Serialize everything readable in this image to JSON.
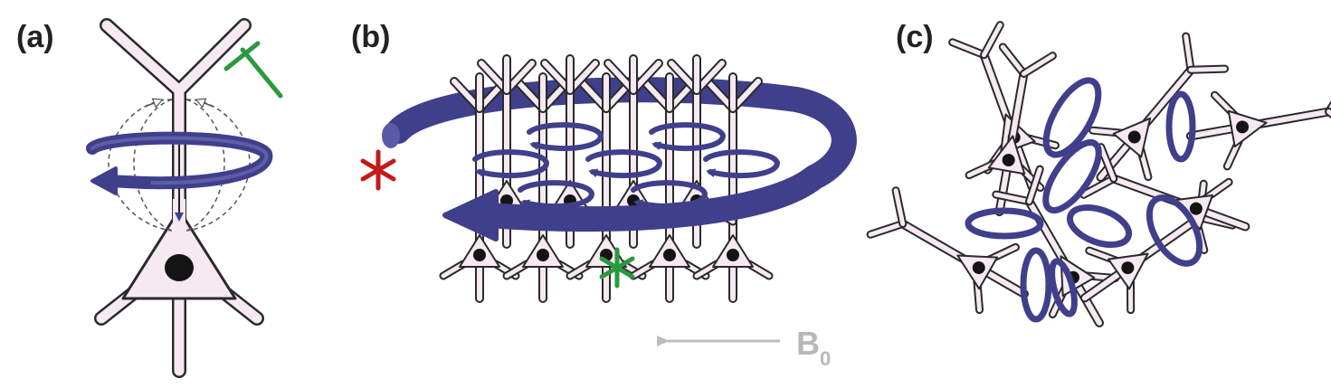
{
  "figure": {
    "panels": [
      {
        "id": "a",
        "label": "(a)"
      },
      {
        "id": "b",
        "label": "(b)"
      },
      {
        "id": "c",
        "label": "(c)"
      }
    ],
    "field_label": {
      "main": "B",
      "subscript": "0"
    },
    "colors": {
      "neuron_fill": "#f6e9f1",
      "neuron_stroke": "#2a2a2a",
      "nucleus": "#141414",
      "current_loop": "#3f3f8c",
      "synapse": "#2a9a3e",
      "asterisk_red": "#c41a1a",
      "asterisk_green": "#2a9a3e",
      "field_arrow": "#bdbdbd"
    }
  }
}
